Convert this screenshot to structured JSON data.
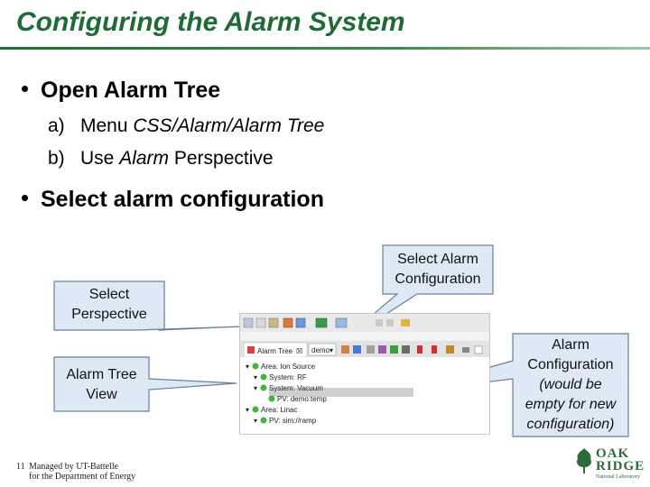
{
  "slide": {
    "title": "Configuring the Alarm System",
    "bullets": [
      {
        "text": "Open Alarm Tree",
        "subitems": [
          {
            "label": "a)",
            "parts": [
              "Menu ",
              "CSS/Alarm/Alarm Tree"
            ]
          },
          {
            "label": "b)",
            "parts": [
              "Use ",
              "Alarm",
              " Perspective"
            ]
          }
        ]
      },
      {
        "text": "Select alarm configuration"
      }
    ]
  },
  "callouts": {
    "select_perspective": [
      "Select",
      "Perspective"
    ],
    "alarm_tree_view": [
      "Alarm Tree",
      "View"
    ],
    "select_alarm_config": [
      "Select Alarm",
      "Configuration"
    ],
    "alarm_config_note": [
      "Alarm",
      "Configuration",
      "(would be",
      "empty for new",
      "configuration)"
    ]
  },
  "screenshot": {
    "tab_label": "Alarm Tree",
    "tab_close": "☒",
    "config_dropdown": "demo",
    "tree": [
      {
        "text": "Area: Ion Source",
        "level": 0
      },
      {
        "text": "System: RF",
        "level": 1
      },
      {
        "text": "System: Vacuum",
        "level": 1
      },
      {
        "text": "PV: demo:temp",
        "level": 2,
        "selected": true
      },
      {
        "text": "Area: Linac",
        "level": 0
      },
      {
        "text": "PV: sim://ramp",
        "level": 1
      }
    ]
  },
  "footer": {
    "page_number": "11",
    "line1": "Managed by UT-Battelle",
    "line2": "for the Department of Energy"
  },
  "logo": {
    "line1": "OAK",
    "line2": "RIDGE",
    "line3": "National Laboratory"
  },
  "colors": {
    "title": "#1f6b35",
    "callout_fill": "#dde9f5",
    "callout_stroke": "#6b7f99",
    "alarm_green": "#3cb83c",
    "selection": "#cfcfcf"
  }
}
